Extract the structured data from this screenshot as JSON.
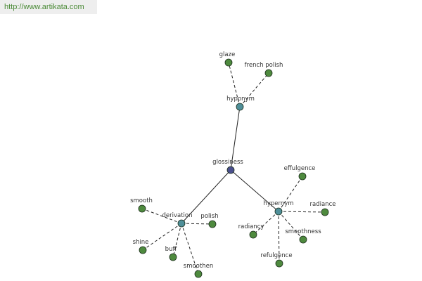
{
  "banner": {
    "url": "http://www.artikata.com"
  },
  "colors": {
    "word_node": "#4e8a3e",
    "relation_node": "#4f8f99",
    "center_node": "#4a4f8c",
    "edge": "#222222"
  },
  "graph": {
    "nodes": [
      {
        "id": "glossiness",
        "label": "glossiness",
        "kind": "center"
      },
      {
        "id": "hyponym",
        "label": "hyponym",
        "kind": "relation"
      },
      {
        "id": "derivation",
        "label": "derivation",
        "kind": "relation"
      },
      {
        "id": "hypernym",
        "label": "hypernym",
        "kind": "relation"
      },
      {
        "id": "glaze",
        "label": "glaze",
        "kind": "word"
      },
      {
        "id": "french-polish",
        "label": "french polish",
        "kind": "word"
      },
      {
        "id": "smooth",
        "label": "smooth",
        "kind": "word"
      },
      {
        "id": "polish",
        "label": "polish",
        "kind": "word"
      },
      {
        "id": "shine",
        "label": "shine",
        "kind": "word"
      },
      {
        "id": "buff",
        "label": "buff",
        "kind": "word"
      },
      {
        "id": "smoothen",
        "label": "smoothen",
        "kind": "word"
      },
      {
        "id": "effulgence",
        "label": "effulgence",
        "kind": "word"
      },
      {
        "id": "radiance",
        "label": "radiance",
        "kind": "word"
      },
      {
        "id": "radiancy",
        "label": "radiancy",
        "kind": "word"
      },
      {
        "id": "smoothness",
        "label": "smoothness",
        "kind": "word"
      },
      {
        "id": "refulgence",
        "label": "refulgence",
        "kind": "word"
      }
    ],
    "edges": [
      {
        "from": "glossiness",
        "to": "hyponym",
        "style": "solid"
      },
      {
        "from": "glossiness",
        "to": "derivation",
        "style": "solid"
      },
      {
        "from": "glossiness",
        "to": "hypernym",
        "style": "solid"
      },
      {
        "from": "hyponym",
        "to": "glaze",
        "style": "dashed"
      },
      {
        "from": "hyponym",
        "to": "french-polish",
        "style": "dashed"
      },
      {
        "from": "derivation",
        "to": "smooth",
        "style": "dashed"
      },
      {
        "from": "derivation",
        "to": "polish",
        "style": "dashed"
      },
      {
        "from": "derivation",
        "to": "shine",
        "style": "dashed"
      },
      {
        "from": "derivation",
        "to": "buff",
        "style": "dashed"
      },
      {
        "from": "derivation",
        "to": "smoothen",
        "style": "dashed"
      },
      {
        "from": "hypernym",
        "to": "effulgence",
        "style": "dashed"
      },
      {
        "from": "hypernym",
        "to": "radiance",
        "style": "dashed"
      },
      {
        "from": "hypernym",
        "to": "radiancy",
        "style": "dashed"
      },
      {
        "from": "hypernym",
        "to": "smoothness",
        "style": "dashed"
      },
      {
        "from": "hypernym",
        "to": "refulgence",
        "style": "dashed"
      }
    ]
  }
}
